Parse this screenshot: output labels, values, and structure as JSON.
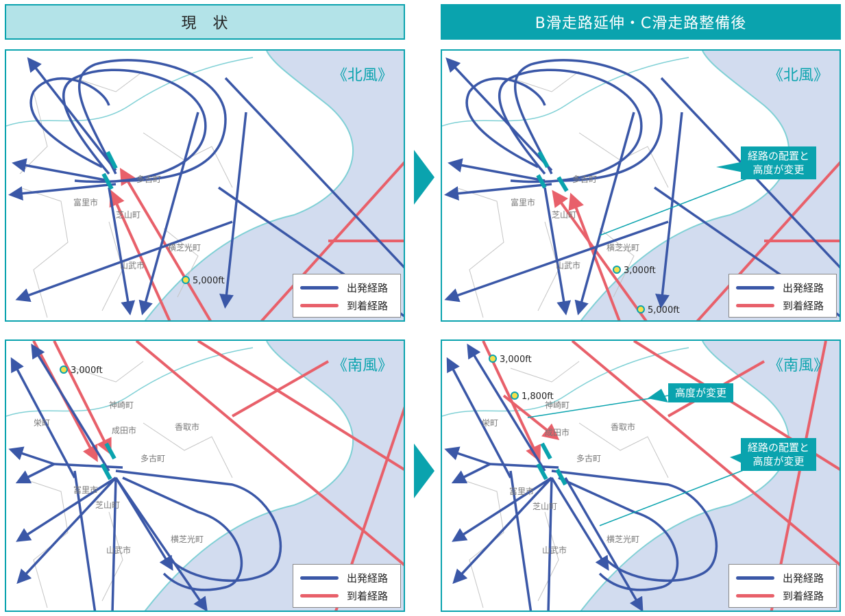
{
  "headers": {
    "current": "現　状",
    "future": "B滑走路延伸・C滑走路整備後"
  },
  "colors": {
    "departure": "#3a57a7",
    "arrival": "#e8606a",
    "accent": "#0aa3ae",
    "sea": "#d2dcef",
    "coast": "#7fd0d5",
    "border": "#bbbbbb"
  },
  "legend": {
    "departure": "出発経路",
    "arrival": "到着経路"
  },
  "seasons": {
    "north": "《北風》",
    "south": "《南風》"
  },
  "callouts": {
    "route_altitude": "経路の配置と\n高度が変更",
    "altitude": "高度が変更"
  },
  "towns": {
    "tako": "多古町",
    "tomisato": "富里市",
    "shibayama_v": "芝\n山\n町",
    "shibayama": "芝山町",
    "yokoshibahikari": "横芝光町",
    "sammu": "山武市",
    "kozaki": "神崎町",
    "narita": "成田市",
    "katori": "香取市",
    "sakae": "栄町"
  },
  "altitudes": {
    "a5000": "5,000ft",
    "a3000": "3,000ft",
    "a1800": "1,800ft"
  }
}
